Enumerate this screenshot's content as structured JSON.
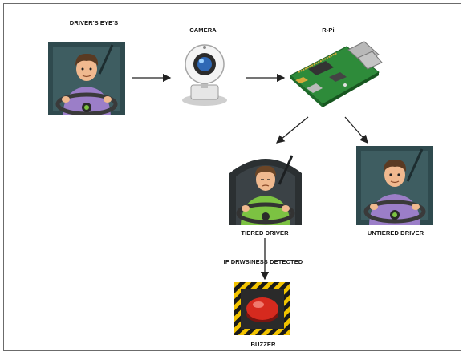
{
  "diagram": {
    "nodes": {
      "drivers_eyes": {
        "label": "DRIVER'S EYE'S",
        "icon": "driver-icon"
      },
      "camera": {
        "label": "CAMERA",
        "icon": "webcam-icon"
      },
      "rpi": {
        "label": "R-Pi",
        "icon": "raspberry-pi-board-icon"
      },
      "tired_driver": {
        "label": "TIERED DRIVER",
        "icon": "tired-driver-icon"
      },
      "untired_driver": {
        "label": "UNTIERED DRIVER",
        "icon": "alert-driver-icon"
      },
      "buzzer": {
        "label": "BUZZER",
        "icon": "buzzer-button-icon"
      }
    },
    "edges": [
      {
        "from": "drivers_eyes",
        "to": "camera",
        "label": ""
      },
      {
        "from": "camera",
        "to": "rpi",
        "label": ""
      },
      {
        "from": "rpi",
        "to": "tired_driver",
        "label": ""
      },
      {
        "from": "rpi",
        "to": "untired_driver",
        "label": ""
      },
      {
        "from": "tired_driver",
        "to": "buzzer",
        "label": "IF DRWSINESS DETECTED"
      }
    ]
  },
  "colors": {
    "panel_bg": "#2f4a4e",
    "shirt_purple": "#9b7ec8",
    "shirt_green": "#7cc242",
    "skin": "#f0b98f",
    "hair": "#5a3a22",
    "steering": "#3a3a3a",
    "pcb_green": "#2e8b3a",
    "buzzer_red": "#d62a1e",
    "hazard_yellow": "#f2c300"
  }
}
